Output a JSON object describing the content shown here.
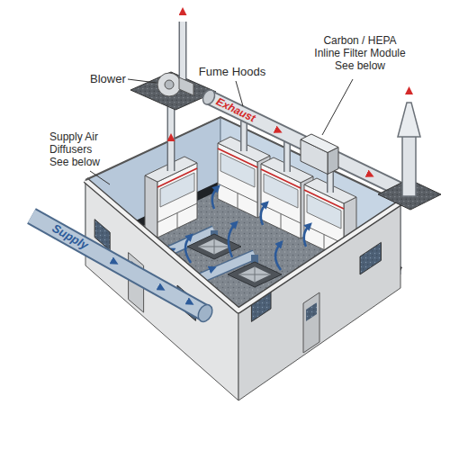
{
  "diagram": {
    "labels": [
      "Blower",
      "Fume Hoods",
      "Carbon / HEPA Inline Filter Module See below",
      "Supply Air Diffusers See below",
      "Exhaust",
      "Supply"
    ]
  }
}
